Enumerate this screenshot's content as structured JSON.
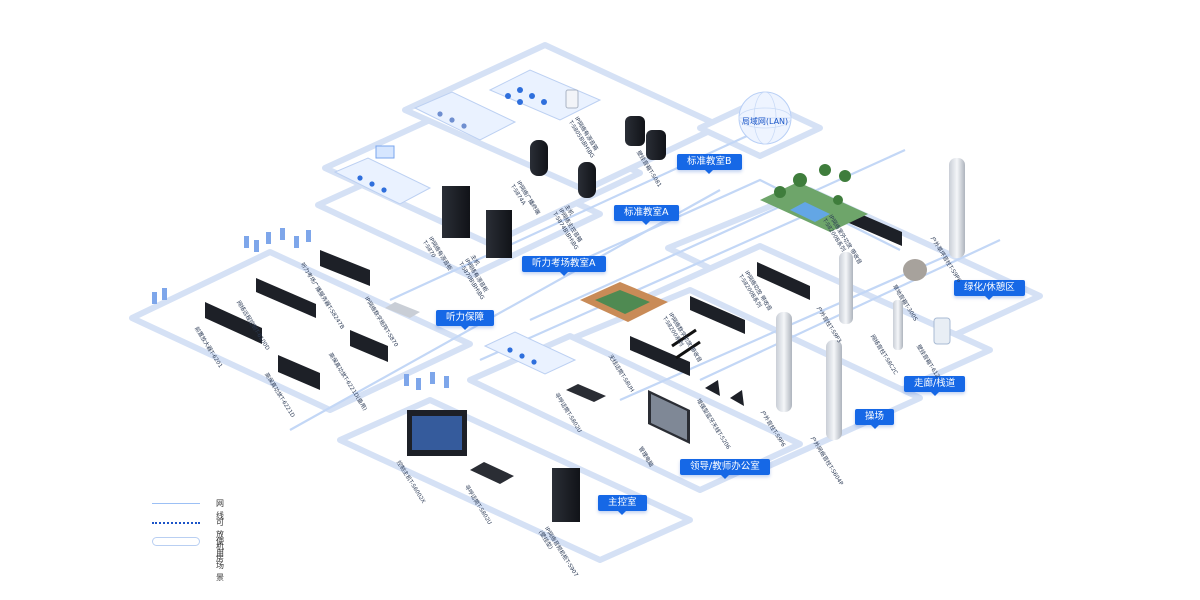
{
  "network": {
    "label": "局域网(LAN)"
  },
  "scenes": {
    "classroom_b": "标准教室B",
    "classroom_a": "标准教室A",
    "hearing_exam": "听力考场教室A",
    "hearing_support": "听力保障",
    "green_rest": "绿化/休憩区",
    "corridor": "走廊/栈道",
    "playground": "操场",
    "teacher_office": "领导/教师办公室",
    "control_room": "主控室"
  },
  "devices": {
    "pa_speaker": "IP网络有源音箱\nT-S805B\\BH\\BG",
    "classroom_b_speaker": "壁挂音箱T-S081",
    "classroom_a_terminal": "IP网络广播终端\nT-S874A",
    "classroom_a_speaker": "主机\nIP网络主控音箱\nT-S874B\\BH\\BG",
    "exam_cab1": "IP网络有源音柜\nT-S870",
    "exam_cab2": "主机\nIP网络有源音柜\nT-S870B\\BH\\BG",
    "exam_server": "听力考场广播服务器T-S8247B",
    "exam_switch": "IP网络数字矩阵T-S870",
    "exam_amp": "网络远程控制T-6100D",
    "amp_main": "前置放大器T-6201",
    "amp_rack": "高保真功放T-6221D(备用)",
    "amp_rack2": "高保真功放T-6221D",
    "green_speaker": "户外草坪音柱T-S9P6",
    "green_rock": "草地音箱T-300S",
    "green_amp": "IP网络室外功放 带收音\nT-S8200B系列",
    "mic_wireless": "无线话筒T-S8UH",
    "mic_amp": "IP网络数字功放 带收音\nT-S8200系列",
    "corridor_amp": "IP网络功放 带收音\nT-S8200B系列",
    "corridor_col": "户外音柱T-S9P3",
    "corridor_col2": "网络音柱T-S8C2C",
    "wall_speaker": "壁挂音箱T-612",
    "paging": "寻呼话筒T-S802U",
    "antenna": "增强型蓝牙天线T-5206",
    "playground_col1": "户外音柱T-S9P6",
    "playground_col2": "户外网络音柱T-S604P",
    "office_pc": "管理电脑",
    "control_host": "控制主机T-S6002X",
    "control_paging": "寻呼话筒T-S802U",
    "control_cabinet": "IP网络音频机柜T-S907\n(壁挂型)"
  },
  "legend": [
    {
      "text": "网线",
      "style": "line"
    },
    {
      "text": "可放机房",
      "style": "dotted"
    },
    {
      "text": "使用场景",
      "style": "pill"
    }
  ],
  "colors": {
    "tag": "#1668e6",
    "platform": "#ffffff",
    "platform_border": "#cfdbf1",
    "cable": "#bcd3f6",
    "device_dark": "#22252b"
  }
}
